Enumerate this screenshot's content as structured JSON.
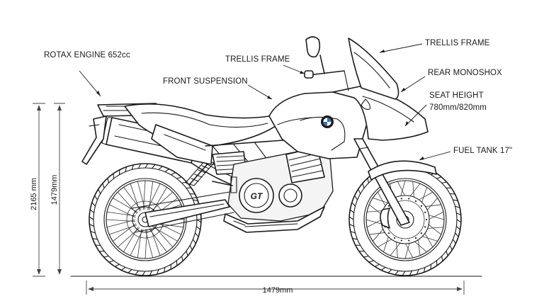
{
  "labels": {
    "rotax_engine": "ROTAX ENGINE 652cc",
    "trellis_frame_mid": "TRELLIS FRAME",
    "trellis_frame_top": "TRELLIS FRAME",
    "front_suspension": "FRONT SUSPENSION",
    "rear_monoshox": "REAR MONOSHOX",
    "seat_height_title": "SEAT HEIGHT",
    "seat_height_value": "780mm/820mm",
    "fuel_tank": "FUEL TANK 17\""
  },
  "dimensions": {
    "overall_length": "1479mm",
    "height_outer": "2165 mm",
    "height_inner": "1479mm"
  },
  "engine_cover_text": "GT"
}
